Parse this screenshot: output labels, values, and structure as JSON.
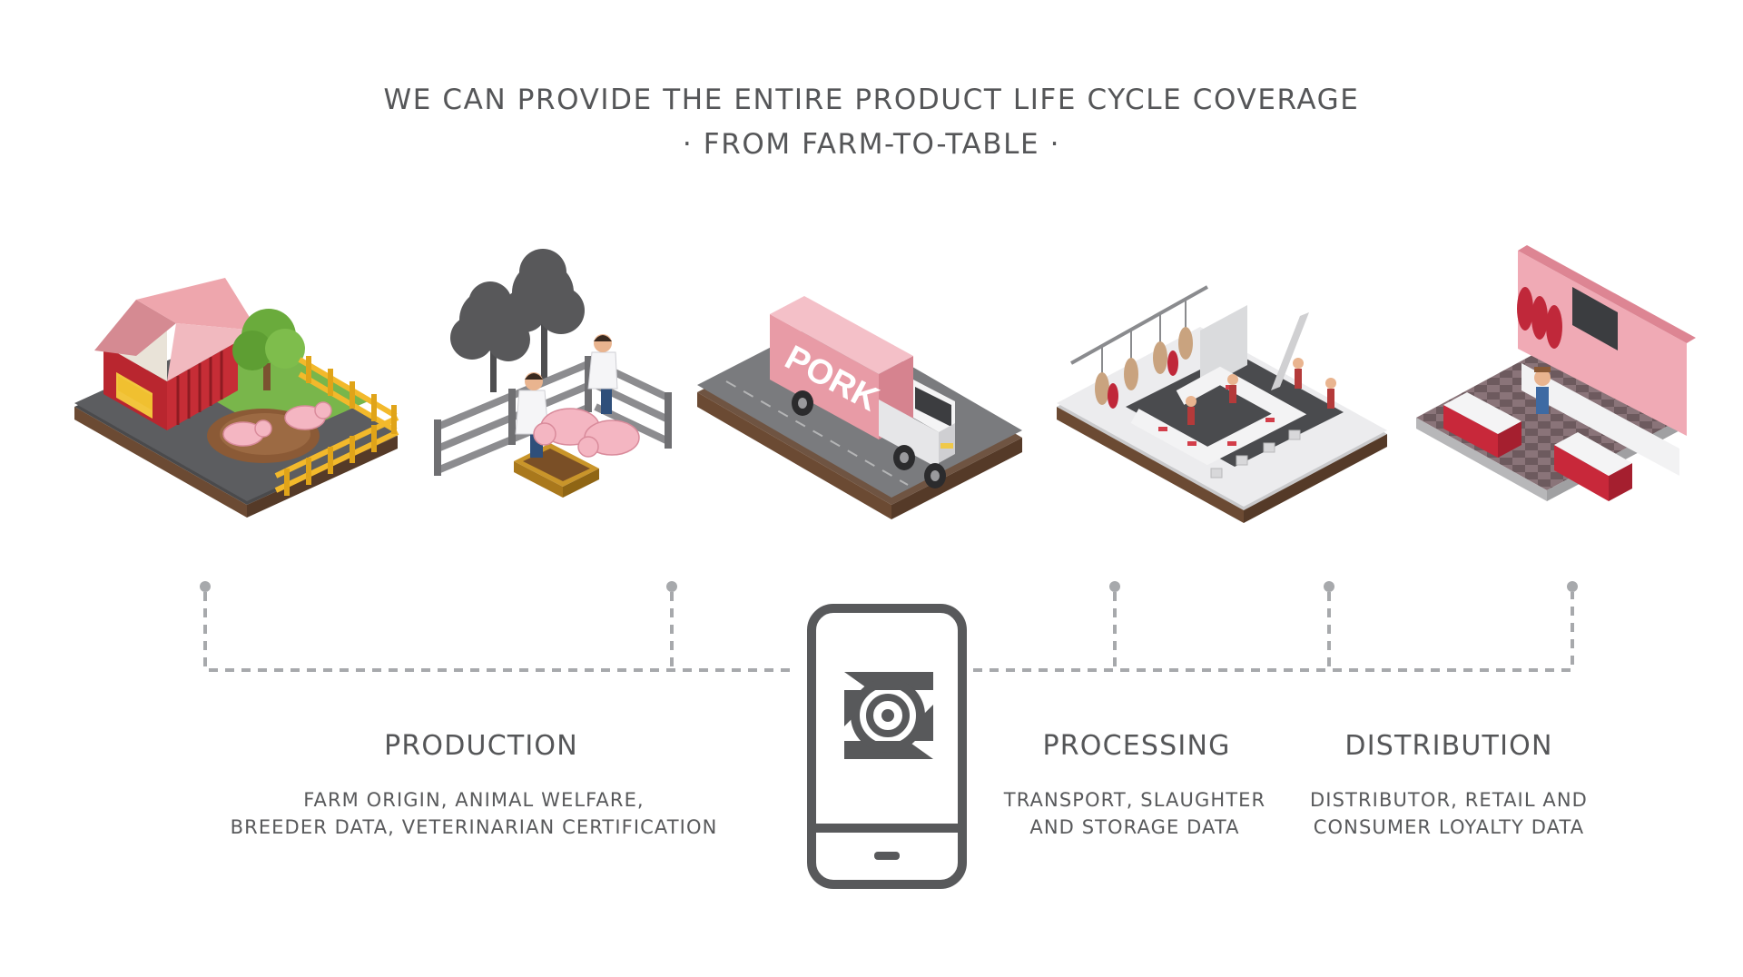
{
  "header": {
    "line1": "WE CAN PROVIDE THE ENTIRE PRODUCT LIFE CYCLE COVERAGE",
    "line2": "· FROM FARM-TO-TABLE ·"
  },
  "truck_label": "PORK",
  "stages": [
    {
      "title": "PRODUCTION",
      "lines": [
        "FARM ORIGIN, ANIMAL WELFARE,",
        "BREEDER DATA, VETERINARIAN CERTIFICATION"
      ]
    },
    {
      "title": "PROCESSING",
      "lines": [
        "TRANSPORT, SLAUGHTER",
        "AND STORAGE DATA"
      ]
    },
    {
      "title": "DISTRIBUTION",
      "lines": [
        "DISTRIBUTOR, RETAIL AND",
        "CONSUMER LOYALTY DATA"
      ]
    }
  ],
  "icons": {
    "farm": "farm-scene-icon",
    "vets": "veterinarian-scene-icon",
    "truck": "truck-scene-icon",
    "factory": "processing-plant-icon",
    "shop": "butcher-shop-icon",
    "phone": "smartphone-icon",
    "logo": "company-logo-icon"
  },
  "colors": {
    "text": "#555658",
    "connector": "#a7a9ac",
    "phone_frame": "#58595b",
    "pig": "#f4b6c2",
    "barn_red": "#c62d36",
    "fence_yellow": "#f6c338"
  }
}
